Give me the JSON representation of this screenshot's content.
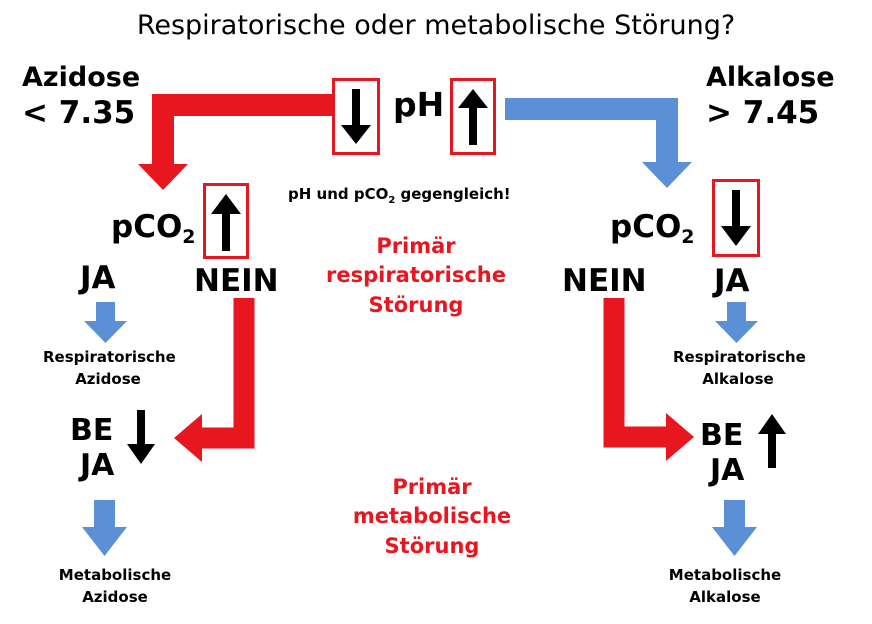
{
  "title": "Respiratorische oder metabolische Störung?",
  "left_header": {
    "label": "Azidose",
    "value": "< 7.35"
  },
  "right_header": {
    "label": "Alkalose",
    "value": "> 7.45"
  },
  "ph_label": "pH",
  "ph_direction_left": "down",
  "ph_direction_right": "up",
  "note": {
    "prefix": "pH und pCO",
    "sub": "2",
    "suffix": " gegengleich!"
  },
  "left_branch": {
    "pco2_prefix": "pCO",
    "pco2_sub": "2",
    "pco2_direction": "up",
    "yes": "JA",
    "no": "NEIN",
    "resp_result_line1": "Respiratorische",
    "resp_result_line2": "Azidose",
    "be_label": "BE",
    "be_direction": "down",
    "be_yes": "JA",
    "meta_result_line1": "Metabolische",
    "meta_result_line2": "Azidose"
  },
  "right_branch": {
    "pco2_prefix": "pCO",
    "pco2_sub": "2",
    "pco2_direction": "down",
    "yes": "JA",
    "no": "NEIN",
    "resp_result_line1": "Respiratorische",
    "resp_result_line2": "Alkalose",
    "be_label": "BE",
    "be_direction": "up",
    "be_yes": "JA",
    "meta_result_line1": "Metabolische",
    "meta_result_line2": "Alkalose"
  },
  "center_resp": {
    "line1": "Primär",
    "line2": "respiratorische",
    "line3": "Störung"
  },
  "center_meta": {
    "line1": "Primär",
    "line2": "metabolische",
    "line3": "Störung"
  },
  "colors": {
    "red": "#e8161f",
    "blue": "#5b8fd6",
    "black": "#000000"
  }
}
